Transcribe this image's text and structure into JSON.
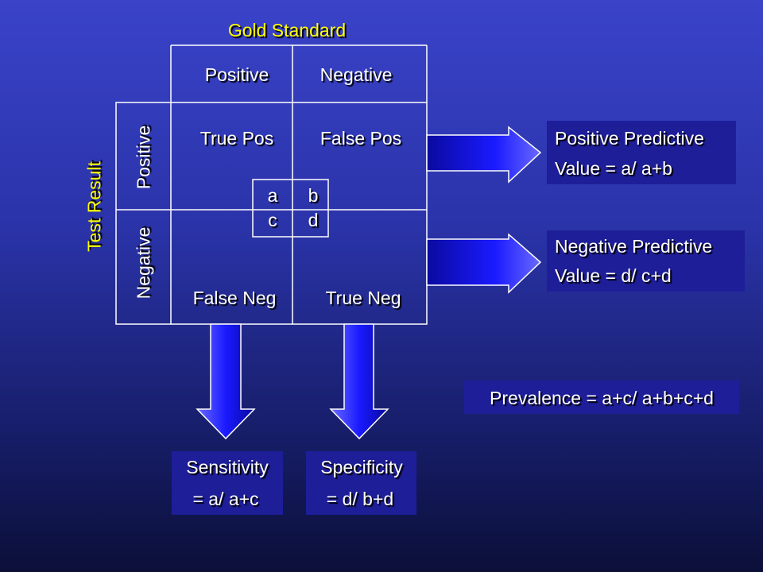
{
  "gold_standard": "Gold Standard",
  "test_result": "Test Result",
  "columns": {
    "positive": "Positive",
    "negative": "Negative"
  },
  "rows": {
    "positive": "Positive",
    "negative": "Negative"
  },
  "cells": {
    "true_pos": "True Pos",
    "false_pos": "False Pos",
    "false_neg": "False Neg",
    "true_neg": "True Neg"
  },
  "letters": {
    "a": "a",
    "b": "b",
    "c": "c",
    "d": "d"
  },
  "ppv": {
    "line1": "Positive Predictive",
    "line2": "Value = a/ a+b"
  },
  "npv": {
    "line1": "Negative Predictive",
    "line2": "Value = d/ c+d"
  },
  "prevalence": "Prevalence = a+c/ a+b+c+d",
  "sensitivity": {
    "line1": "Sensitivity",
    "line2": "= a/ a+c"
  },
  "specificity": {
    "line1": "Specificity",
    "line2": "= d/ b+d"
  },
  "colors": {
    "label": "#ffff00",
    "arrow": "#1a1aff",
    "box_dark": "#1e1e98"
  }
}
